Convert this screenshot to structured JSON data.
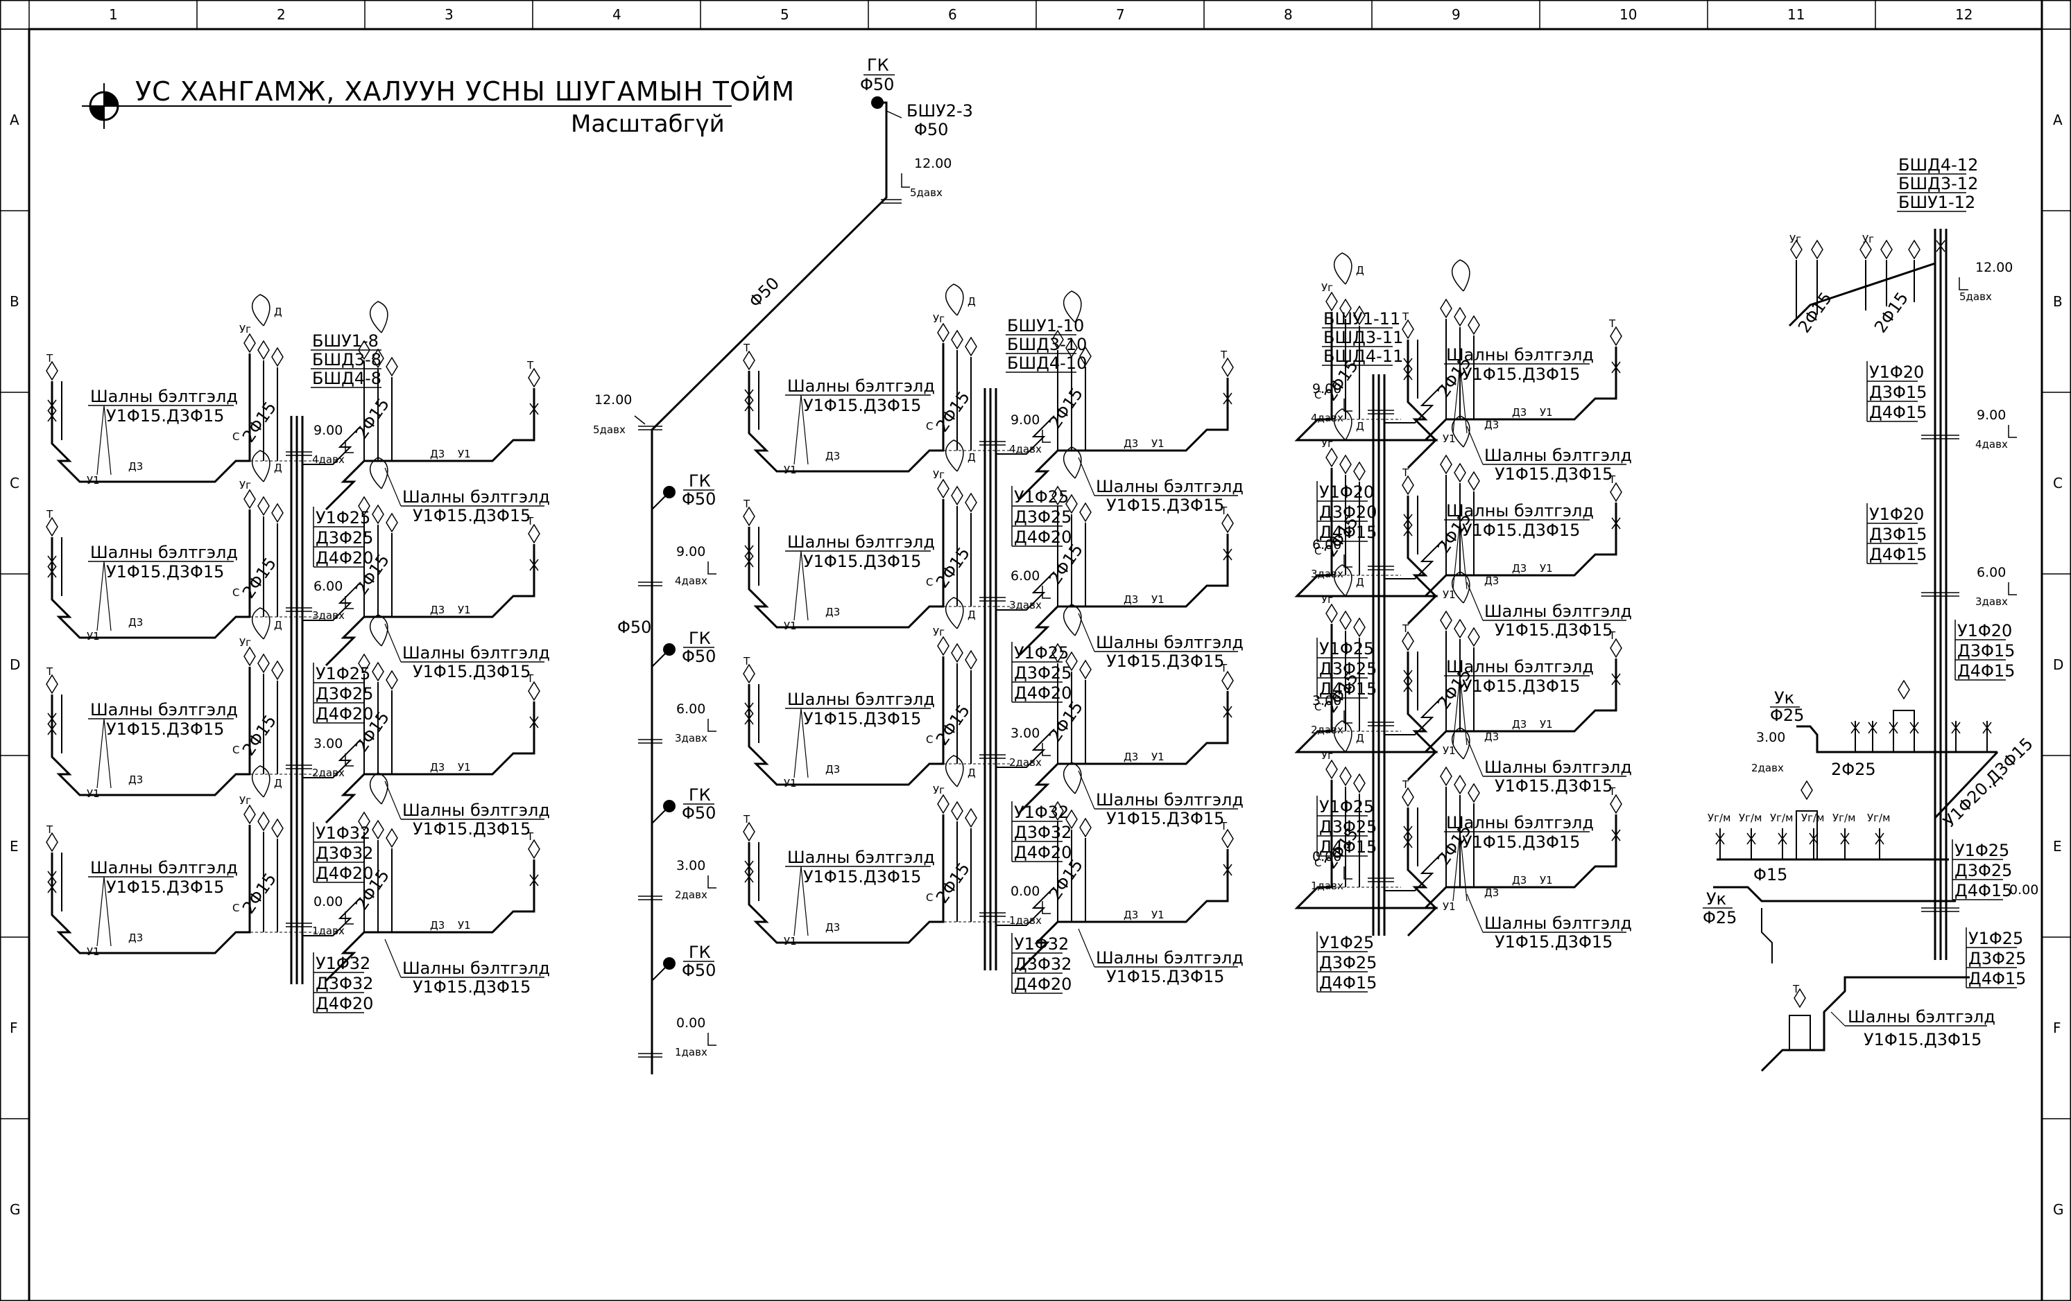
{
  "title": {
    "main": "УС ХАНГАМЖ, ХАЛУУН УСНЫ ШУГАМЫН ТОЙМ",
    "scale": "Масштабгүй"
  },
  "frame": {
    "columns": [
      "1",
      "2",
      "3",
      "4",
      "5",
      "6",
      "7",
      "8",
      "9",
      "10",
      "11",
      "12"
    ],
    "rows": [
      "A",
      "B",
      "C",
      "D",
      "E",
      "F",
      "G"
    ]
  },
  "main_riser": {
    "top_label": "ГК",
    "top_dia": "Φ50",
    "top_riser_tag": "БШУ2-3",
    "top_riser_dia": "Φ50",
    "top_level": "12.00",
    "top_floor": "5давх",
    "diag_dia": "Φ50",
    "vert_dia": "Φ50",
    "left_level": "12.00",
    "left_floor": "5давх",
    "gk": [
      {
        "label": "ГК",
        "dia": "Φ50"
      },
      {
        "label": "ГК",
        "dia": "Φ50"
      },
      {
        "label": "ГК",
        "dia": "Φ50"
      },
      {
        "label": "ГК",
        "dia": "Φ50"
      }
    ],
    "levels": [
      {
        "level": "9.00",
        "floor": "4давх"
      },
      {
        "level": "6.00",
        "floor": "3давх"
      },
      {
        "level": "3.00",
        "floor": "2давх"
      },
      {
        "level": "0.00",
        "floor": "1давх"
      }
    ]
  },
  "group1": {
    "riser_tags": [
      "БШУ1-8",
      "БШД3-8",
      "БШД4-8"
    ],
    "branch_label": "Шалны бэлтгэлд",
    "branch_spec": "У1Φ15.Д3Φ15",
    "pipe_2f15": "2Φ15",
    "levels": [
      {
        "level": "9.00",
        "floor": "4давх"
      },
      {
        "level": "6.00",
        "floor": "3давх"
      },
      {
        "level": "3.00",
        "floor": "2давх"
      },
      {
        "level": "0.00",
        "floor": "1давх"
      }
    ],
    "riser_specs": [
      [
        "У1Φ25",
        "Д3Φ25",
        "Д4Φ20"
      ],
      [
        "У1Φ25",
        "Д3Φ25",
        "Д4Φ20"
      ],
      [
        "У1Φ32",
        "Д3Φ32",
        "Д4Φ20"
      ],
      [
        "У1Φ32",
        "Д3Φ32",
        "Д4Φ20"
      ]
    ]
  },
  "group2": {
    "riser_tags": [
      "БШУ1-10",
      "БШД3-10",
      "БШД4-10"
    ],
    "branch_label": "Шалны бэлтгэлд",
    "branch_spec": "У1Φ15.Д3Φ15",
    "pipe_2f15": "2Φ15",
    "levels": [
      {
        "level": "9.00",
        "floor": "4давх"
      },
      {
        "level": "6.00",
        "floor": "3давх"
      },
      {
        "level": "3.00",
        "floor": "2давх"
      },
      {
        "level": "0.00",
        "floor": "1давх"
      }
    ],
    "riser_specs": [
      [
        "У1Φ25",
        "Д3Φ25",
        "Д4Φ20"
      ],
      [
        "У1Φ25",
        "Д3Φ25",
        "Д4Φ20"
      ],
      [
        "У1Φ32",
        "Д3Φ32",
        "Д4Φ20"
      ],
      [
        "У1Φ32",
        "Д3Φ32",
        "Д4Φ20"
      ]
    ]
  },
  "group3": {
    "riser_tags": [
      "БШУ1-11",
      "БШД3-11",
      "БШД4-11"
    ],
    "branch_label": "Шалны бэлтгэлд",
    "branch_spec": "У1Φ15.Д3Φ15",
    "pipe_2f15": "2Φ15",
    "levels": [
      {
        "level": "9.00",
        "floor": "4давх"
      },
      {
        "level": "6.00",
        "floor": "3давх"
      },
      {
        "level": "3.00",
        "floor": "2давх"
      },
      {
        "level": "0.00",
        "floor": "1давх"
      }
    ],
    "riser_specs": [
      [
        "У1Φ20",
        "Д3Φ20",
        "Д4Φ15"
      ],
      [
        "У1Φ25",
        "Д3Φ25",
        "Д4Φ15"
      ],
      [
        "У1Φ25",
        "Д3Φ25",
        "Д4Φ15"
      ],
      [
        "У1Φ25",
        "Д3Φ25",
        "Д4Φ15"
      ]
    ]
  },
  "group4": {
    "riser_tags": [
      "БШД4-12",
      "БШД3-12",
      "БШУ1-12"
    ],
    "top_level": "12.00",
    "top_floor": "5давх",
    "branch_label": "Шалны бэлтгэлд",
    "branch_spec": "У1Φ15.Д3Φ15",
    "pipe_2f15": "2Φ15",
    "pipe_2f25": "2Φ25",
    "diag_spec": "У1Φ20.Д3Φ15",
    "uk1_label": "Ук",
    "uk1_dia": "Φ25",
    "uk2_label": "Ук",
    "uk2_dia": "Φ25",
    "f15": "Φ15",
    "left_level": "3.00",
    "left_floor": "2давх",
    "levels": [
      {
        "level": "9.00",
        "floor": "4давх"
      },
      {
        "level": "6.00",
        "floor": "3давх"
      },
      {
        "level": "0.00",
        "floor": ""
      }
    ],
    "riser_specs": [
      [
        "У1Φ20",
        "Д3Φ15",
        "Д4Φ15"
      ],
      [
        "У1Φ20",
        "Д3Φ15",
        "Д4Φ15"
      ],
      [
        "У1Φ20",
        "Д3Φ15",
        "Д4Φ15"
      ],
      [
        "У1Φ25",
        "Д3Φ25",
        "Д4Φ15"
      ],
      [
        "У1Φ25",
        "Д3Φ25",
        "Д4Φ15"
      ]
    ]
  },
  "fixtures": {
    "wash": "Уг",
    "shower": "Д",
    "sink": "С",
    "toilet": "Т",
    "hot": "Д3",
    "cold": "У1",
    "ugm": "Уг/м"
  }
}
